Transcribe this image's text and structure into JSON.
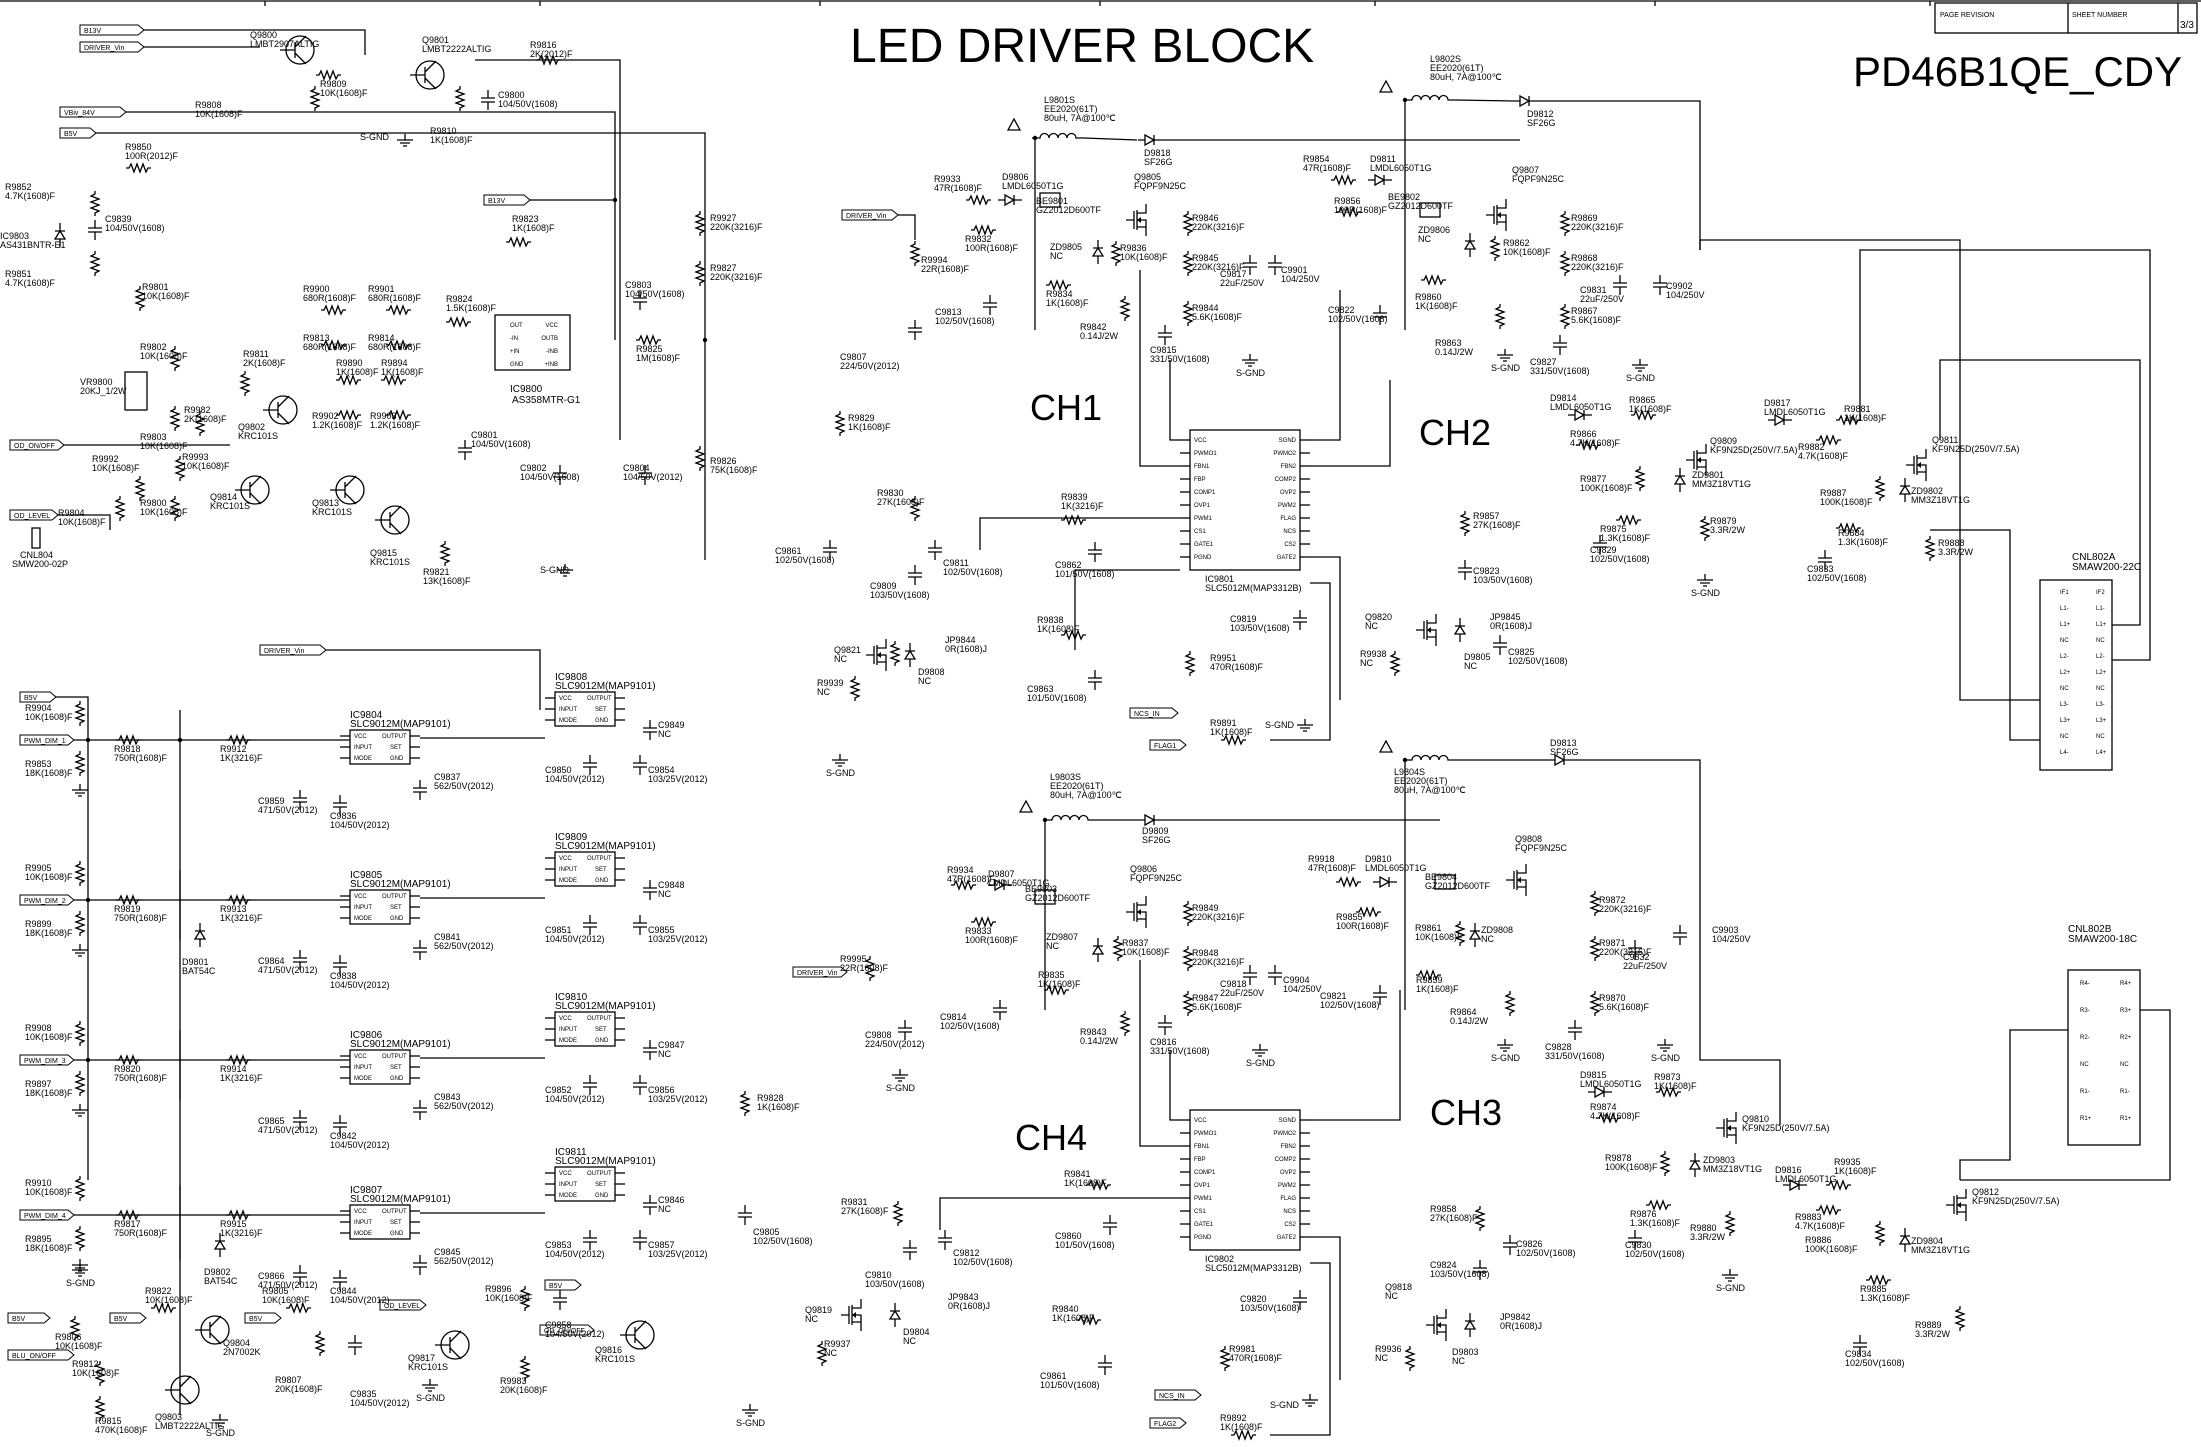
{
  "title": "LED DRIVER BLOCK",
  "model": "PD46B1QE_CDY",
  "header": {
    "page_revision_label": "PAGE REVISION",
    "sheet_number_label": "SHEET NUMBER",
    "sheet_number": "3/3"
  },
  "channels": [
    "CH1",
    "CH2",
    "CH3",
    "CH4"
  ],
  "net_tags": {
    "b13v": "B13V",
    "driver_vin": "DRIVER_Vin",
    "vbiv_84v": "VBiv_84V",
    "b5v": "B5V",
    "od_on_off": "OD_ON/OFF",
    "od_level": "OD_LEVEL",
    "pwm_dim_1": "PWM_DIM_1",
    "pwm_dim_2": "PWM_DIM_2",
    "pwm_dim_3": "PWM_DIM_3",
    "pwm_dim_4": "PWM_DIM_4",
    "blu_on_off": "BLU_ON/OFF",
    "ncs_in": "NCS_IN",
    "flag1": "FLAG1",
    "flag2": "FLAG2"
  },
  "grounds": {
    "s_gnd": "S-GND"
  },
  "ics": {
    "ic9800": [
      "IC9800",
      "AS358MTR-G1"
    ],
    "ic9801": [
      "IC9801",
      "SLC5012M(MAP3312B)"
    ],
    "ic9802": [
      "IC9802",
      "SLC5012M(MAP3312B)"
    ],
    "ic9803": [
      "IC9803",
      "AS431BNTR-E1"
    ],
    "ic9804": [
      "IC9804",
      "SLC9012M(MAP9101)"
    ],
    "ic9805": [
      "IC9805",
      "SLC9012M(MAP9101)"
    ],
    "ic9806": [
      "IC9806",
      "SLC9012M(MAP9101)"
    ],
    "ic9807": [
      "IC9807",
      "SLC9012M(MAP9101)"
    ],
    "ic9808": [
      "IC9808",
      "SLC9012M(MAP9101)"
    ],
    "ic9809": [
      "IC9809",
      "SLC9012M(MAP9101)"
    ],
    "ic9810": [
      "IC9810",
      "SLC9012M(MAP9101)"
    ],
    "ic9811": [
      "IC9811",
      "SLC9012M(MAP9101)"
    ]
  },
  "ic_pins": {
    "as358": [
      "OUT",
      "-IN",
      "+IN",
      "GND",
      "VCC",
      "OUTB",
      "-INB",
      "+INB"
    ],
    "slc5012_left": [
      "VCC",
      "PWMO1",
      "FBN1",
      "FBP",
      "COMP1",
      "OVP1",
      "PWM1",
      "CS1",
      "GATE1",
      "PGND"
    ],
    "slc5012_right": [
      "SGND",
      "PWMO2",
      "FBN2",
      "COMP2",
      "OVP2",
      "PWM2",
      "FLAG",
      "NCS",
      "CS2",
      "GATE2"
    ],
    "slc9012": [
      "VCC",
      "OUTPUT",
      "INPUT",
      "SET",
      "MODE",
      "GND"
    ]
  },
  "connectors": {
    "cnl804": [
      "CNL804",
      "SMW200-02P"
    ],
    "cnl802a": [
      "CNL802A",
      "SMAW200-22C"
    ],
    "cnl802b": [
      "CNL802B",
      "SMAW200-18C"
    ]
  },
  "inductors": {
    "l9801s": [
      "L9801S",
      "EE2020(61T)",
      "80uH, 7A@100℃"
    ],
    "l9802s": [
      "L9802S",
      "EE2020(61T)",
      "80uH, 7A@100℃"
    ],
    "l9803s": [
      "L9803S",
      "EE2020(61T)",
      "80uH, 7A@100℃"
    ],
    "l9804s": [
      "L9804S",
      "EE2020(61T)",
      "80uH, 7A@100℃"
    ]
  },
  "transistors": {
    "q9800": [
      "Q9800",
      "LMBT2907ALTIG"
    ],
    "q9801": [
      "Q9801",
      "LMBT2222ALTIG"
    ],
    "q9802": [
      "Q9802",
      "KRC101S"
    ],
    "q9813": [
      "Q9813",
      "KRC101S"
    ],
    "q9814": [
      "Q9814",
      "KRC101S"
    ],
    "q9815": [
      "Q9815",
      "KRC101S"
    ],
    "q9816": [
      "Q9816",
      "KRC101S"
    ],
    "q9817": [
      "Q9817",
      "KRC101S"
    ],
    "q9803": [
      "Q9803",
      "LMBT2222ALTIG"
    ],
    "q9804": [
      "Q9804",
      "2N7002K"
    ],
    "q9805": [
      "Q9805",
      "FQPF9N25C"
    ],
    "q9806": [
      "Q9806",
      "FQPF9N25C"
    ],
    "q9807": [
      "Q9807",
      "FQPF9N25C"
    ],
    "q9808": [
      "Q9808",
      "FQPF9N25C"
    ],
    "q9809": [
      "Q9809",
      "KF9N25D(250V/7.5A)"
    ],
    "q9810": [
      "Q9810",
      "KF9N25D(250V/7.5A)"
    ],
    "q9811": [
      "Q9811",
      "KF9N25D(250V/7.5A)"
    ],
    "q9812": [
      "Q9812",
      "KF9N25D(250V/7.5A)"
    ],
    "q9818": [
      "Q9818",
      "NC"
    ],
    "q9819": [
      "Q9819",
      "NC"
    ],
    "q9820": [
      "Q9820",
      "NC"
    ],
    "q9821": [
      "Q9821",
      "NC"
    ]
  },
  "diodes": {
    "d9812": [
      "D9812",
      "SF26G"
    ],
    "d9813": [
      "D9813",
      "SF26G"
    ],
    "d9818": [
      "D9818",
      "SF26G"
    ],
    "d9809": [
      "D9809",
      "SF26G"
    ],
    "d9806": [
      "D9806",
      "LMDL6050T1G"
    ],
    "d9807": [
      "D9807",
      "LMDL6050T1G"
    ],
    "d9810": [
      "D9810",
      "LMDL6050T1G"
    ],
    "d9811": [
      "D9811",
      "LMDL6050T1G"
    ],
    "d9814": [
      "D9814",
      "LMDL6050T1G"
    ],
    "d9815": [
      "D9815",
      "LMDL6050T1G"
    ],
    "d9816": [
      "D9816",
      "LMDL6050T1G"
    ],
    "d9817": [
      "D9817",
      "LMDL6050T1G"
    ],
    "d9801": [
      "D9801",
      "BAT54C"
    ],
    "d9802": [
      "D9802",
      "BAT54C"
    ],
    "d9803": [
      "D9803",
      "NC"
    ],
    "d9804": [
      "D9804",
      "NC"
    ],
    "d9805": [
      "D9805",
      "NC"
    ],
    "d9808": [
      "D9808",
      "NC"
    ],
    "zd9801": [
      "ZD9801",
      "MM3Z18VT1G"
    ],
    "zd9802": [
      "ZD9802",
      "MM3Z18VT1G"
    ],
    "zd9803": [
      "ZD9803",
      "MM3Z18VT1G"
    ],
    "zd9804": [
      "ZD9804",
      "MM3Z18VT1G"
    ],
    "zd9805": [
      "ZD9805",
      "NC"
    ],
    "zd9806": [
      "ZD9806",
      "NC"
    ],
    "zd9807": [
      "ZD9807",
      "NC"
    ],
    "zd9808": [
      "ZD9808",
      "NC"
    ],
    "be9801": [
      "BE9801",
      "GZ2012D600TF"
    ],
    "be9802": [
      "BE9802",
      "GZ2012D600TF"
    ],
    "be9803": [
      "BE9803",
      "GZ2012D600TF"
    ],
    "be9804": [
      "BE9804",
      "GZ2012D600TF"
    ],
    "vr9800": [
      "VR9800",
      "20KJ_1/2W"
    ],
    "jp9842": [
      "JP9842",
      "0R(1608)J"
    ],
    "jp9843": [
      "JP9843",
      "0R(1608)J"
    ],
    "jp9844": [
      "JP9844",
      "0R(1608)J"
    ],
    "jp9845": [
      "JP9845",
      "0R(1608)J"
    ]
  },
  "resistors": {
    "r9816": [
      "R9816",
      "2K(2012)F"
    ],
    "r9808": [
      "R9808",
      "10K(1608)F"
    ],
    "r9809": [
      "R9809",
      "10K(1608)F"
    ],
    "r9810": [
      "R9810",
      "1K(1608)F"
    ],
    "r9850": [
      "R9850",
      "100R(2012)F"
    ],
    "r9852": [
      "R9852",
      "4.7K(1608)F"
    ],
    "r9851": [
      "R9851",
      "4.7K(1608)F"
    ],
    "r9801": [
      "R9801",
      "10K(1608)F"
    ],
    "r9802": [
      "R9802",
      "10K(1608)F"
    ],
    "r9803": [
      "R9803",
      "10K(1608)F"
    ],
    "r9800": [
      "R9800",
      "10K(1608)F"
    ],
    "r9804": [
      "R9804",
      "10K(1608)F"
    ],
    "r9900": [
      "R9900",
      "680R(1608)F"
    ],
    "r9901": [
      "R9901",
      "680R(1608)F"
    ],
    "r9813": [
      "R9813",
      "680R(1608)F"
    ],
    "r9814": [
      "R9814",
      "680R(1608)F"
    ],
    "r9811": [
      "R9811",
      "2K(1608)F"
    ],
    "r9982": [
      "R9982",
      "2K(1608)F"
    ],
    "r9890": [
      "R9890",
      "1K(1608)F"
    ],
    "r9894": [
      "R9894",
      "1K(1608)F"
    ],
    "r9902": [
      "R9902",
      "1.2K(1608)F"
    ],
    "r9903": [
      "R9903",
      "1.2K(1608)F"
    ],
    "r9824": [
      "R9824",
      "1.5K(1608)F"
    ],
    "r9823": [
      "R9823",
      "1K(1608)F"
    ],
    "r9825": [
      "R9825",
      "1M(1608)F"
    ],
    "r9821": [
      "R9821",
      "13K(1608)F"
    ],
    "r9826": [
      "R9826",
      "75K(1608)F"
    ],
    "r9927": [
      "R9927",
      "220K(3216)F"
    ],
    "r9827": [
      "R9827",
      "220K(3216)F"
    ],
    "r9992": [
      "R9992",
      "10K(1608)F"
    ],
    "r9993": [
      "R9993",
      "10K(1608)F"
    ],
    "r9904": [
      "R9904",
      "10K(1608)F"
    ],
    "r9818": [
      "R9818",
      "750R(1608)F"
    ],
    "r9853": [
      "R9853",
      "18K(1608)F"
    ],
    "r9912": [
      "R9912",
      "1K(3216)F"
    ],
    "r9905": [
      "R9905",
      "10K(1608)F"
    ],
    "r9819": [
      "R9819",
      "750R(1608)F"
    ],
    "r9899": [
      "R9899",
      "18K(1608)F"
    ],
    "r9913": [
      "R9913",
      "1K(3216)F"
    ],
    "r9908": [
      "R9908",
      "10K(1608)F"
    ],
    "r9820": [
      "R9820",
      "750R(1608)F"
    ],
    "r9897": [
      "R9897",
      "18K(1608)F"
    ],
    "r9914": [
      "R9914",
      "1K(3216)F"
    ],
    "r9910": [
      "R9910",
      "10K(1608)F"
    ],
    "r9817": [
      "R9817",
      "750R(1608)F"
    ],
    "r9895": [
      "R9895",
      "18K(1608)F"
    ],
    "r9915": [
      "R9915",
      "1K(3216)F"
    ],
    "r9822": [
      "R9822",
      "10K(1608)F"
    ],
    "r9806": [
      "R9806",
      "10K(1608)F"
    ],
    "r9812": [
      "R9812",
      "10K(1608)F"
    ],
    "r9815": [
      "R9815",
      "470K(1608)F"
    ],
    "r9805": [
      "R9805",
      "10K(1608)F"
    ],
    "r9807": [
      "R9807",
      "20K(1608)F"
    ],
    "r9896": [
      "R9896",
      "10K(1608)F"
    ],
    "r9983": [
      "R9983",
      "20K(1608)F"
    ],
    "r9933": [
      "R9933",
      "47R(1608)F"
    ],
    "r9832": [
      "R9832",
      "100R(1608)F"
    ],
    "r9836": [
      "R9836",
      "10K(1608)F"
    ],
    "r9834": [
      "R9834",
      "1K(1608)F"
    ],
    "r9842": [
      "R9842",
      "0.14J/2W"
    ],
    "r9846": [
      "R9846",
      "220K(3216)F"
    ],
    "r9845": [
      "R9845",
      "220K(3216)F"
    ],
    "r9844": [
      "R9844",
      "5.6K(1608)F"
    ],
    "r9994": [
      "R9994",
      "22R(1608)F"
    ],
    "r9829": [
      "R9829",
      "1K(1608)F"
    ],
    "r9830": [
      "R9830",
      "27K(1608)F"
    ],
    "r9839": [
      "R9839",
      "1K(3216)F"
    ],
    "r9838": [
      "R9838",
      "1K(1608)F"
    ],
    "r9939": [
      "R9939",
      "NC"
    ],
    "r9951": [
      "R9951",
      "470R(1608)F"
    ],
    "r9891": [
      "R9891",
      "1K(1608)F"
    ],
    "r9854": [
      "R9854",
      "47R(1608)F"
    ],
    "r9856": [
      "R9856",
      "100R(1608)F"
    ],
    "r9862": [
      "R9862",
      "10K(1608)F"
    ],
    "r9860": [
      "R9860",
      "1K(1608)F"
    ],
    "r9863": [
      "R9863",
      "0.14J/2W"
    ],
    "r9869": [
      "R9869",
      "220K(3216)F"
    ],
    "r9868": [
      "R9868",
      "220K(3216)F"
    ],
    "r9867": [
      "R9867",
      "5.6K(1608)F"
    ],
    "r9865": [
      "R9865",
      "1K(1608)F"
    ],
    "r9866": [
      "R9866",
      "4.7K(1608)F"
    ],
    "r9877": [
      "R9877",
      "100K(1608)F"
    ],
    "r9875": [
      "R9875",
      "1.3K(1608)F"
    ],
    "r9879": [
      "R9879",
      "3.3R/2W"
    ],
    "r9881": [
      "R9881",
      "1K(1608)F"
    ],
    "r9882": [
      "R9882",
      "4.7K(1608)F"
    ],
    "r9887": [
      "R9887",
      "100K(1608)F"
    ],
    "r9884": [
      "R9884",
      "1.3K(1608)F"
    ],
    "r9888": [
      "R9888",
      "3.3R/2W"
    ],
    "r9857": [
      "R9857",
      "27K(1608)F"
    ],
    "r9938": [
      "R9938",
      "NC"
    ],
    "r9934": [
      "R9934",
      "47R(1608)F"
    ],
    "r9833": [
      "R9833",
      "100R(1608)F"
    ],
    "r9837": [
      "R9837",
      "10K(1608)F"
    ],
    "r9835": [
      "R9835",
      "1K(1608)F"
    ],
    "r9843": [
      "R9843",
      "0.14J/2W"
    ],
    "r9849": [
      "R9849",
      "220K(3216)F"
    ],
    "r9848": [
      "R9848",
      "220K(3216)F"
    ],
    "r9847": [
      "R9847",
      "5.6K(1608)F"
    ],
    "r9995": [
      "R9995",
      "22R(1608)F"
    ],
    "r9828": [
      "R9828",
      "1K(1608)F"
    ],
    "r9831": [
      "R9831",
      "27K(1608)F"
    ],
    "r9841": [
      "R9841",
      "1K(1608)F"
    ],
    "r9840": [
      "R9840",
      "1K(1608)F"
    ],
    "r9937": [
      "R9937",
      "NC"
    ],
    "r9981": [
      "R9981",
      "470R(1608)F"
    ],
    "r9892": [
      "R9892",
      "1K(1608)F"
    ],
    "r9918": [
      "R9918",
      "47R(1608)F"
    ],
    "r9855": [
      "R9855",
      "100R(1608)F"
    ],
    "r9861": [
      "R9861",
      "10K(1608)F"
    ],
    "r9859": [
      "R9859",
      "1K(1608)F"
    ],
    "r9864": [
      "R9864",
      "0.14J/2W"
    ],
    "r9872": [
      "R9872",
      "220K(3216)F"
    ],
    "r9871": [
      "R9871",
      "220K(3216)F"
    ],
    "r9870": [
      "R9870",
      "5.6K(1608)F"
    ],
    "r9873": [
      "R9873",
      "1K(1608)F"
    ],
    "r9874": [
      "R9874",
      "4.7K(1608)F"
    ],
    "r9878": [
      "R9878",
      "100K(1608)F"
    ],
    "r9876": [
      "R9876",
      "1.3K(1608)F"
    ],
    "r9880": [
      "R9880",
      "3.3R/2W"
    ],
    "r9935": [
      "R9935",
      "1K(1608)F"
    ],
    "r9883": [
      "R9883",
      "4.7K(1608)F"
    ],
    "r9886": [
      "R9886",
      "100K(1608)F"
    ],
    "r9885": [
      "R9885",
      "1.3K(1608)F"
    ],
    "r9889": [
      "R9889",
      "3.3R/2W"
    ],
    "r9858": [
      "R9858",
      "27K(1608)F"
    ],
    "r9936": [
      "R9936",
      "NC"
    ]
  },
  "capacitors": {
    "c9800": [
      "C9800",
      "104/50V(1608)"
    ],
    "c9839": [
      "C9839",
      "104/50V(1608)"
    ],
    "c9803": [
      "C9803",
      "104/50V(1608)"
    ],
    "c9801": [
      "C9801",
      "104/50V(1608)"
    ],
    "c9802": [
      "C9802",
      "104/50V(1608)"
    ],
    "c9804": [
      "C9804",
      "104/50V(2012)"
    ],
    "c9837": [
      "C9837",
      "562/50V(2012)"
    ],
    "c9859": [
      "C9859",
      "471/50V(2012)"
    ],
    "c9836": [
      "C9836",
      "104/50V(2012)"
    ],
    "c9849": [
      "C9849",
      "NC"
    ],
    "c9850": [
      "C9850",
      "104/50V(2012)"
    ],
    "c9854": [
      "C9854",
      "103/25V(2012)"
    ],
    "c9841": [
      "C9841",
      "562/50V(2012)"
    ],
    "c9864": [
      "C9864",
      "471/50V(2012)"
    ],
    "c9838": [
      "C9838",
      "104/50V(2012)"
    ],
    "c9848": [
      "C9848",
      "NC"
    ],
    "c9851": [
      "C9851",
      "104/50V(2012)"
    ],
    "c9855": [
      "C9855",
      "103/25V(2012)"
    ],
    "c9843": [
      "C9843",
      "562/50V(2012)"
    ],
    "c9865": [
      "C9865",
      "471/50V(2012)"
    ],
    "c9842": [
      "C9842",
      "104/50V(2012)"
    ],
    "c9847": [
      "C9847",
      "NC"
    ],
    "c9852": [
      "C9852",
      "104/50V(2012)"
    ],
    "c9856": [
      "C9856",
      "103/25V(2012)"
    ],
    "c9845": [
      "C9845",
      "562/50V(2012)"
    ],
    "c9866": [
      "C9866",
      "471/50V(2012)"
    ],
    "c9844": [
      "C9844",
      "104/50V(2012)"
    ],
    "c9846": [
      "C9846",
      "NC"
    ],
    "c9853": [
      "C9853",
      "104/50V(2012)"
    ],
    "c9857": [
      "C9857",
      "103/25V(2012)"
    ],
    "c9858": [
      "C9858",
      "104/50V(2012)"
    ],
    "c9835": [
      "C9835",
      "104/50V(2012)"
    ],
    "c9813": [
      "C9813",
      "102/50V(1608)"
    ],
    "c9807": [
      "C9807",
      "224/50V(2012)"
    ],
    "c9815": [
      "C9815",
      "331/50V(1608)"
    ],
    "c9817": [
      "C9817",
      "22uF/250V"
    ],
    "c9901": [
      "C9901",
      "104/250V"
    ],
    "c9809": [
      "C9809",
      "103/50V(1608)"
    ],
    "c9811": [
      "C9811",
      "102/50V(1608)"
    ],
    "c9862": [
      "C9862",
      "101/50V(1608)"
    ],
    "c9863": [
      "C9863",
      "101/50V(1608)"
    ],
    "c9819": [
      "C9819",
      "103/50V(1608)"
    ],
    "c9861a": [
      "C9861",
      "102/50V(1608)"
    ],
    "c9822": [
      "C9822",
      "102/50V(1608)"
    ],
    "c9827": [
      "C9827",
      "331/50V(1608)"
    ],
    "c9831": [
      "C9831",
      "22uF/250V"
    ],
    "c9902": [
      "C9902",
      "104/250V"
    ],
    "c9829": [
      "C9829",
      "102/50V(1608)"
    ],
    "c9833": [
      "C9833",
      "102/50V(1608)"
    ],
    "c9823": [
      "C9823",
      "103/50V(1608)"
    ],
    "c9825": [
      "C9825",
      "102/50V(1608)"
    ],
    "c9814": [
      "C9814",
      "102/50V(1608)"
    ],
    "c9808": [
      "C9808",
      "224/50V(2012)"
    ],
    "c9816": [
      "C9816",
      "331/50V(1608)"
    ],
    "c9818": [
      "C9818",
      "22uF/250V"
    ],
    "c9904": [
      "C9904",
      "104/250V"
    ],
    "c9805": [
      "C9805",
      "102/50V(1608)"
    ],
    "c9810": [
      "C9810",
      "103/50V(1608)"
    ],
    "c9812": [
      "C9812",
      "102/50V(1608)"
    ],
    "c9860": [
      "C9860",
      "101/50V(1608)"
    ],
    "c9861": [
      "C9861",
      "101/50V(1608)"
    ],
    "c9820": [
      "C9820",
      "103/50V(1608)"
    ],
    "c9821": [
      "C9821",
      "102/50V(1608)"
    ],
    "c9828": [
      "C9828",
      "331/50V(1608)"
    ],
    "c9832": [
      "C9832",
      "22uF/250V"
    ],
    "c9903": [
      "C9903",
      "104/250V"
    ],
    "c9830": [
      "C9830",
      "102/50V(1608)"
    ],
    "c9834": [
      "C9834",
      "102/50V(1608)"
    ],
    "c9824": [
      "C9824",
      "103/50V(1608)"
    ],
    "c9826": [
      "C9826",
      "102/50V(1608)"
    ]
  },
  "connector_pins": {
    "cnl802a": [
      "IF1",
      "IF2",
      "L1-",
      "L1-",
      "L1+",
      "L1+",
      "NC",
      "NC",
      "L2-",
      "L2-",
      "L2+",
      "L2+",
      "NC",
      "NC",
      "L3-",
      "L3-",
      "L3+",
      "L3+",
      "NC",
      "NC",
      "L4-",
      "L4+"
    ],
    "cnl802b": [
      "R4-",
      "R4+",
      "R3-",
      "R3+",
      "R2-",
      "R2+",
      "NC",
      "NC",
      "R1-",
      "R1-",
      "R1+",
      "R1+"
    ]
  },
  "nc": "NC"
}
